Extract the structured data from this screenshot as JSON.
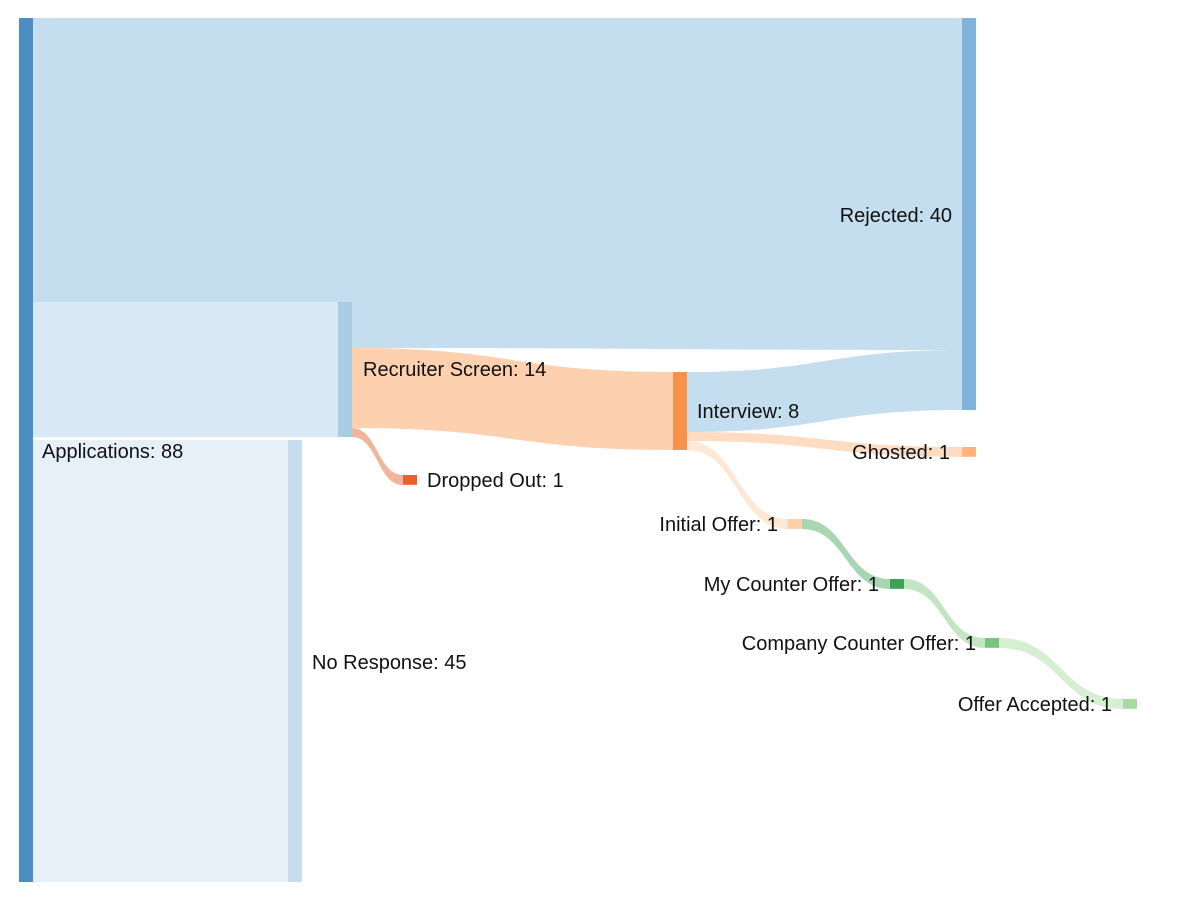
{
  "chart_data": {
    "type": "sankey",
    "title": "",
    "unit_label_format": "{name}: {value}",
    "nodes": [
      {
        "id": "applications",
        "name": "Applications",
        "value": 88,
        "color": "#4a8ec4"
      },
      {
        "id": "rejected",
        "name": "Rejected",
        "value": 40,
        "color": "#7fb3da"
      },
      {
        "id": "recruiter_screen",
        "name": "Recruiter Screen",
        "value": 14,
        "color": "#a9cde3"
      },
      {
        "id": "no_response",
        "name": "No Response",
        "value": 45,
        "color": "#c6dcef"
      },
      {
        "id": "interview",
        "name": "Interview",
        "value": 8,
        "color": "#f7924a"
      },
      {
        "id": "dropped_out",
        "name": "Dropped Out",
        "value": 1,
        "color": "#e8632b"
      },
      {
        "id": "ghosted",
        "name": "Ghosted",
        "value": 1,
        "color": "#fdb47f"
      },
      {
        "id": "initial_offer",
        "name": "Initial Offer",
        "value": 1,
        "color": "#fdd0a8"
      },
      {
        "id": "my_counter_offer",
        "name": "My Counter Offer",
        "value": 1,
        "color": "#3ca257"
      },
      {
        "id": "company_counter_offer",
        "name": "Company Counter Offer",
        "value": 1,
        "color": "#78c47d"
      },
      {
        "id": "offer_accepted",
        "name": "Offer Accepted",
        "value": 1,
        "color": "#a8dba0"
      }
    ],
    "links": [
      {
        "source": "applications",
        "target": "rejected",
        "value": 29,
        "color": "#c4def0"
      },
      {
        "source": "applications",
        "target": "recruiter_screen",
        "value": 14,
        "color": "#d8e8f4"
      },
      {
        "source": "applications",
        "target": "no_response",
        "value": 45,
        "color": "#e6f0f9"
      },
      {
        "source": "recruiter_screen",
        "target": "rejected",
        "value": 5,
        "color": "#c4def0"
      },
      {
        "source": "recruiter_screen",
        "target": "interview",
        "value": 8,
        "color": "#fdd1b0"
      },
      {
        "source": "recruiter_screen",
        "target": "dropped_out",
        "value": 1,
        "color": "#f0b59b"
      },
      {
        "source": "interview",
        "target": "rejected",
        "value": 6,
        "color": "#c4def0"
      },
      {
        "source": "interview",
        "target": "ghosted",
        "value": 1,
        "color": "#fddcc2"
      },
      {
        "source": "interview",
        "target": "initial_offer",
        "value": 1,
        "color": "#fde8d6"
      },
      {
        "source": "initial_offer",
        "target": "my_counter_offer",
        "value": 1,
        "color": "#a6d7b2"
      },
      {
        "source": "my_counter_offer",
        "target": "company_counter_offer",
        "value": 1,
        "color": "#c4e5c4"
      },
      {
        "source": "company_counter_offer",
        "target": "offer_accepted",
        "value": 1,
        "color": "#d6eed2"
      }
    ]
  }
}
